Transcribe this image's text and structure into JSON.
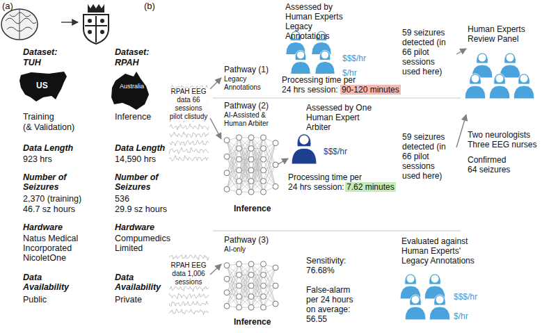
{
  "diagram": {
    "nodes": [
      {
        "text": [
          "Dataset:",
          "TUH"
        ]
      },
      {
        "text": [
          "Dataset:",
          "RPAH"
        ]
      },
      {
        "text": [
          "RPAH EEG data 66 sessions pilot clistudy"
        ]
      },
      {
        "text": [
          "Pathway (1)",
          "Legacy Annotations"
        ]
      },
      {
        "text": [
          "Assessed by Human Experts Legacy Annotations",
          "$$$/hr",
          "$/hr",
          "Processing time per 24 hrs session:",
          "90-120 minutes"
        ]
      },
      {
        "text": [
          "59 seizures detected (in 66 pilot sessions used here)"
        ]
      },
      {
        "text": [
          "Pathway (2)",
          "AI-Assisted & Human Arbiter",
          "Inference"
        ]
      },
      {
        "text": [
          "Assessed by One Human Expert Arbiter",
          "$$$/hr",
          "Processing time per 24 hrs session:",
          "7.62 minutes"
        ]
      },
      {
        "text": [
          "59 seizures detected (in 66 pilot sessions used here)"
        ]
      },
      {
        "text": [
          "Human Experts Review Panel",
          "Two neurologists Three EEG nurses",
          "Confirmed 64 seizures"
        ]
      },
      {
        "text": [
          "RPAH EEG data 1,006 sessions"
        ]
      },
      {
        "text": [
          "Pathway (3)",
          "AI-only",
          "Inference"
        ]
      },
      {
        "text": [
          "Sensitivity: 76.68%",
          "False-alarm per 24 hours on average: 56.55"
        ]
      },
      {
        "text": [
          "Evaluated against Human Experts' Legacy Annotations",
          "$$$/hr",
          "$/hr"
        ]
      }
    ],
    "edges": [
      {
        "from": 0,
        "to": 1,
        "arrow": "to"
      },
      {
        "from": 2,
        "to": 3,
        "arrow": "to"
      },
      {
        "from": 2,
        "to": 6,
        "arrow": "to"
      },
      {
        "from": 6,
        "to": 7,
        "arrow": "to"
      },
      {
        "from": 5,
        "to": 9,
        "arrow": "to"
      },
      {
        "from": 8,
        "to": 9,
        "arrow": "to"
      },
      {
        "from": 10,
        "to": 11,
        "arrow": "to"
      }
    ],
    "labels": [
      "(a)",
      "(b)",
      "US",
      "Australia",
      "Training",
      "(& Validation)",
      "Inference",
      "Data Length",
      "Data Length",
      "923 hrs",
      "14,590 hrs",
      "Number of Seizures",
      "Number of Seizures",
      "2,370 (training)",
      "46.7 sz hours",
      "536",
      "29.9 sz hours",
      "Hardware",
      "Hardware",
      "Natus Medical Incorporated NicoletOne",
      "Compumedics Limited",
      "Data Availability",
      "Data Availability",
      "Public",
      "Private"
    ]
  }
}
